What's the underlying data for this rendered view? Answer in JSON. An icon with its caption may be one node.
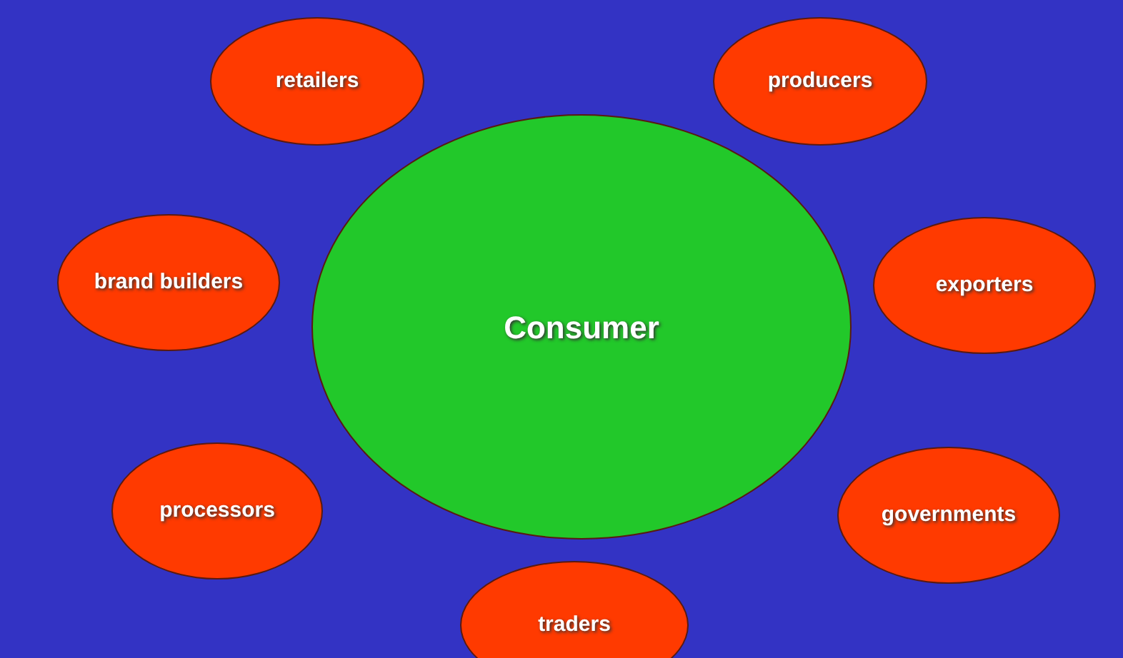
{
  "diagram": {
    "nodes": [
      {
        "text": [
          "retailers"
        ]
      },
      {
        "text": [
          "producers"
        ]
      },
      {
        "text": [
          "brand builders"
        ]
      },
      {
        "text": [
          "Consumer"
        ]
      },
      {
        "text": [
          "exporters"
        ]
      },
      {
        "text": [
          "processors"
        ]
      },
      {
        "text": [
          "governments"
        ]
      },
      {
        "text": [
          "traders"
        ]
      }
    ]
  }
}
